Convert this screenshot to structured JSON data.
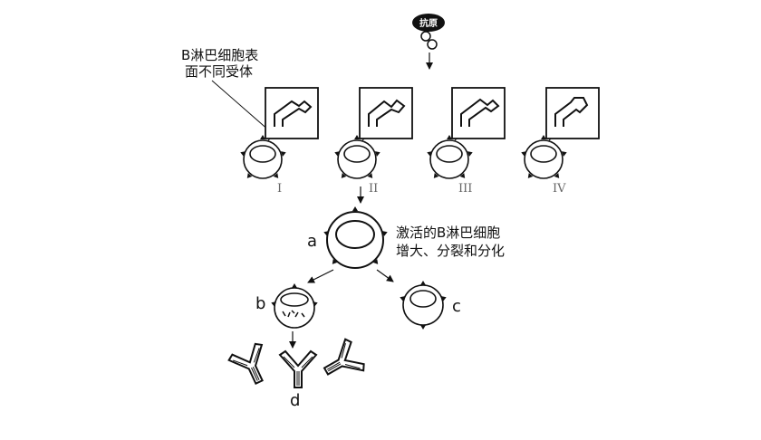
{
  "antigen_label": "抗原",
  "receptor_note": {
    "line1": "B淋巴细胞表",
    "line2": "面不同受体"
  },
  "cells": [
    {
      "roman": "I"
    },
    {
      "roman": "II"
    },
    {
      "roman": "III"
    },
    {
      "roman": "IV"
    }
  ],
  "activated_label": "a",
  "activated_note": {
    "line1": "激活的B淋巴细胞",
    "line2": "增大、分裂和分化"
  },
  "plasma_cell_label": "b",
  "memory_cell_label": "c",
  "antibody_label": "d",
  "colors": {
    "ink": "#111111",
    "roman": "#666666",
    "background": "#ffffff"
  }
}
